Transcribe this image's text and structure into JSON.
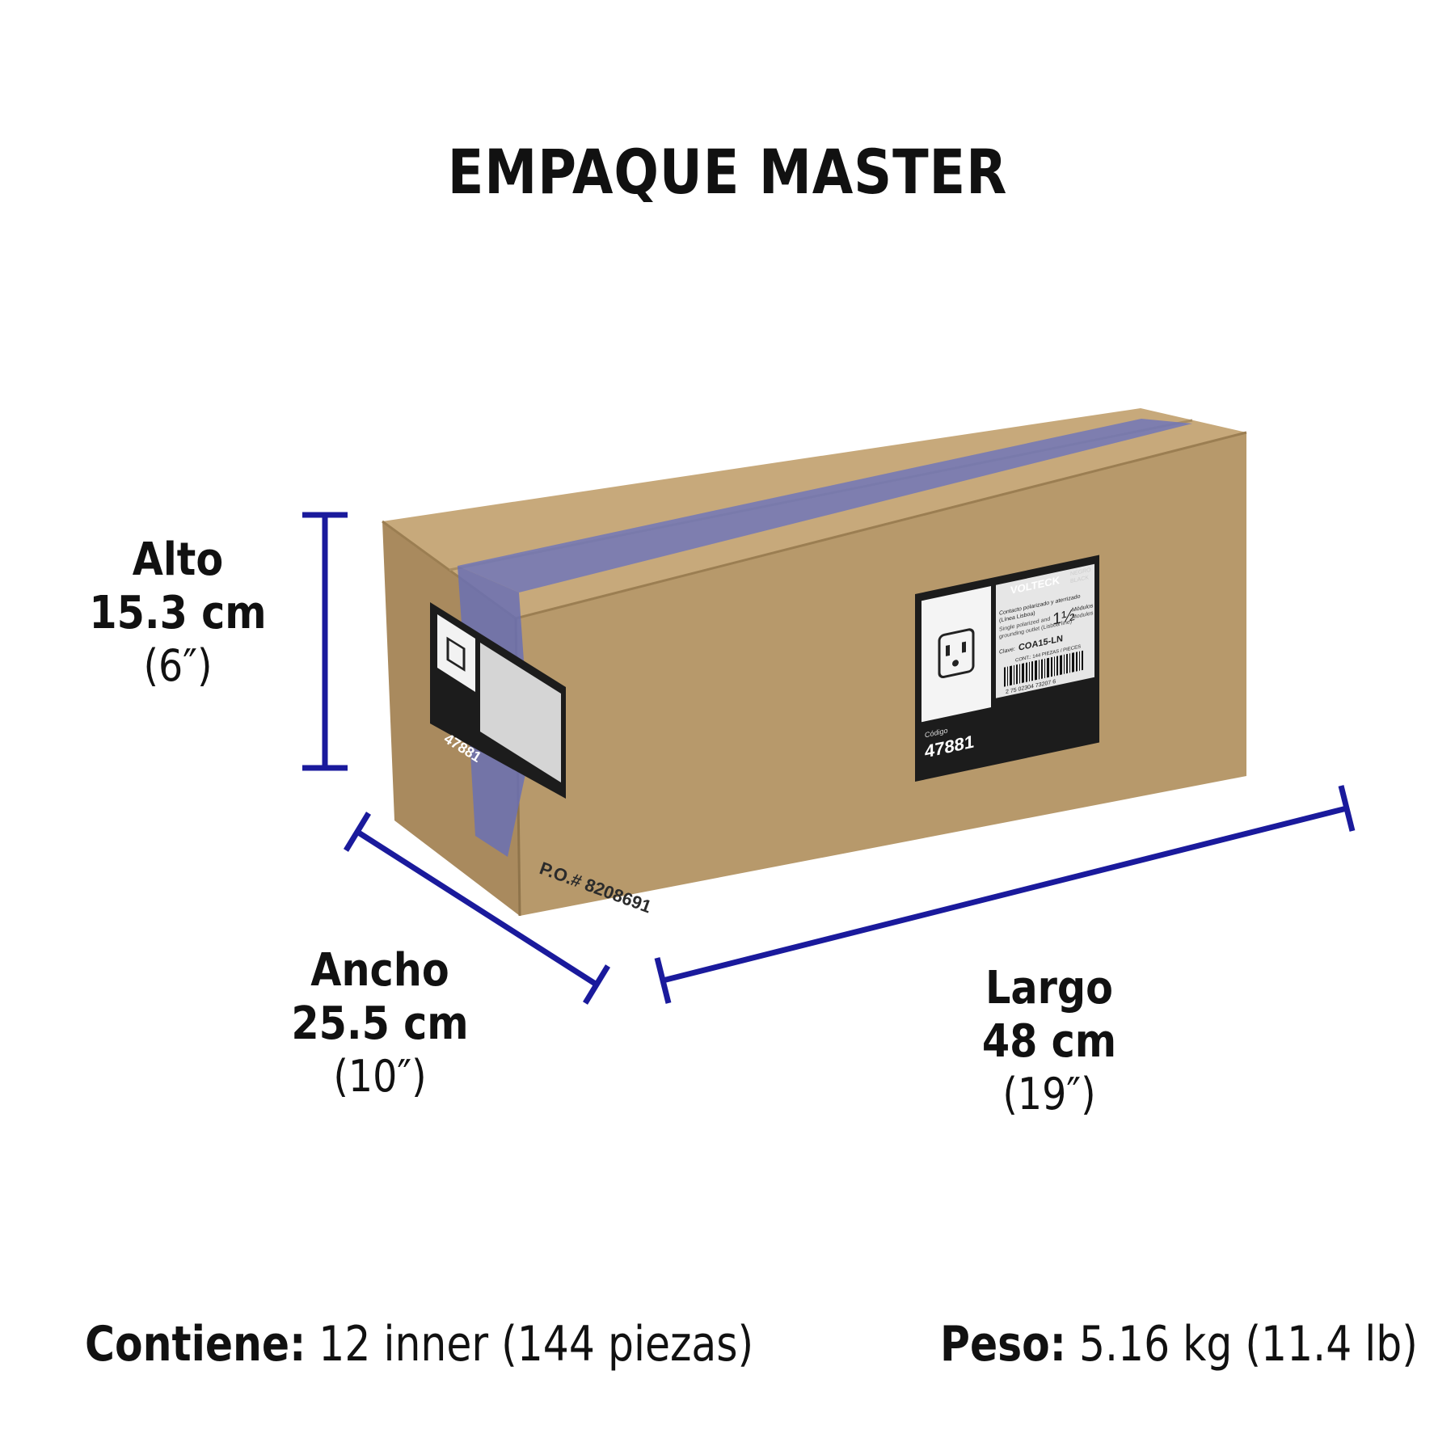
{
  "title": "EMPAQUE MASTER",
  "dimensions": {
    "alto": {
      "label": "Alto",
      "value": "15.3 cm",
      "imperial": "(6″)"
    },
    "ancho": {
      "label": "Ancho",
      "value": "25.5 cm",
      "imperial": "(10″)"
    },
    "largo": {
      "label": "Largo",
      "value": "48 cm",
      "imperial": "(19″)"
    }
  },
  "footer": {
    "contiene_label": "Contiene:",
    "contiene_value": "12 inner (144 piezas)",
    "peso_label": "Peso:",
    "peso_value": "5.16 kg (11.4 lb)"
  },
  "box_label": {
    "brand": "VOLTECK",
    "color_es": "NEGRO",
    "color_en": "BLACK",
    "desc_es": "Contacto polarizado y aterrizado",
    "line_es": "(Línea Lisboa)",
    "desc_en": "Single polarized and",
    "desc_en2": "grounding outlet (Lisboa line)",
    "modules_num": "1½",
    "modules_es": "Módulos",
    "modules_en": "Modules",
    "clave_label": "Clave:",
    "clave": "COA15-LN",
    "cont": "CONT.: 144 PIEZAS / PIECES",
    "barcode_digits": "2 75 02304 73207 6",
    "codigo_label": "Código",
    "codigo": "47881",
    "po": "P.O.# 8208691"
  },
  "colors": {
    "dimension_line": "#1a1a9c",
    "cardboard_front": "#b99a6c",
    "cardboard_top": "#c8aa7c",
    "cardboard_side": "#a8895c",
    "tape": "#6f74b8",
    "label_bg": "#1c1c1c"
  }
}
